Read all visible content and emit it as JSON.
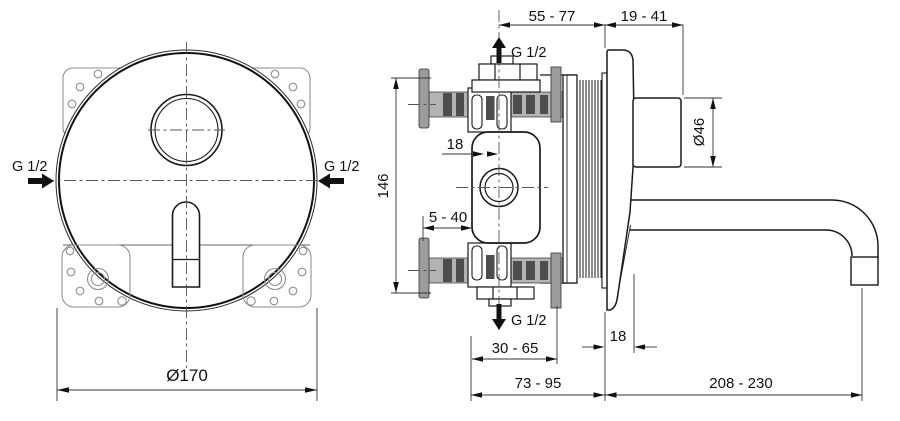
{
  "front_view": {
    "inlet_left_label": "G 1/2",
    "inlet_right_label": "G 1/2",
    "diameter_label": "Ø170"
  },
  "side_view": {
    "inlet_top_label": "G 1/2",
    "inlet_bottom_label": "G 1/2",
    "dim_rough_in_depth": "55 - 77",
    "dim_trim_depth": "19 - 41",
    "knob_diameter_label": "Ø46",
    "dim_port_spacing": "146",
    "dim_center_offset": "18",
    "dim_adjustment_range": "5 - 40",
    "dim_inlet_to_wall": "30 - 65",
    "dim_plate_depth": "18",
    "dim_body_to_wall": "73 - 95",
    "dim_spout_reach": "208 - 230"
  },
  "colors": {
    "line": "#1a1a1a",
    "pipe_gray": "#b3b3b3",
    "block_gray": "#4d4d4d",
    "bracket_gray": "#9c9c9c",
    "background": "#ffffff"
  }
}
